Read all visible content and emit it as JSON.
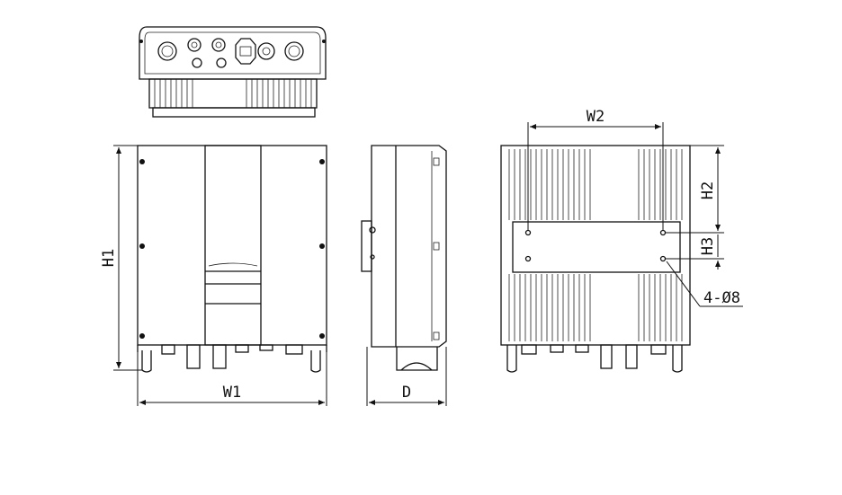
{
  "drawing": {
    "type": "technical-dimension-drawing",
    "views": [
      "top-view",
      "front-view",
      "side-view",
      "rear-view"
    ],
    "labels": {
      "h1": "H1",
      "w1": "W1",
      "d": "D",
      "w2": "W2",
      "h2": "H2",
      "h3": "H3",
      "holes": "4-Ø8"
    }
  }
}
